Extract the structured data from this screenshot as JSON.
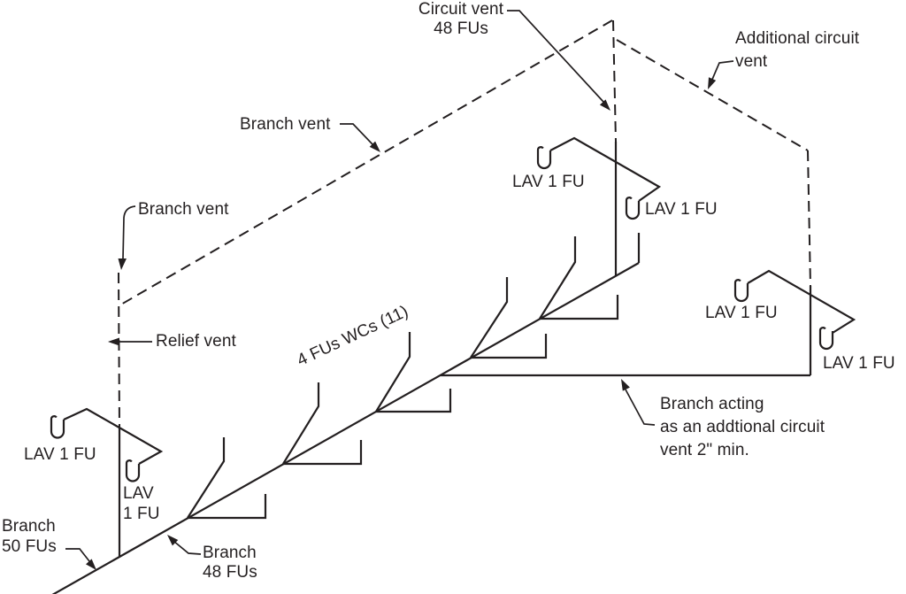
{
  "diagram": {
    "title_hint": "Circuit venting plumbing isometric diagram",
    "colors": {
      "ink": "#231f20",
      "background": "#ffffff"
    },
    "labels": {
      "circuit_vent": "Circuit vent\n48 FUs",
      "additional_circuit_vent": "Additional circuit\nvent",
      "branch_vent_upper": "Branch vent",
      "branch_vent_lower": "Branch vent",
      "relief_vent": "Relief vent",
      "wc_note": "4 FUs WCs (11)",
      "lav_left_upper": "LAV 1 FU",
      "lav_left_lower": "LAV\n1 FU",
      "lav_mid_upper": "LAV 1 FU",
      "lav_mid_lower": "LAV 1 FU",
      "lav_right_upper": "LAV 1 FU",
      "lav_right_lower": "LAV 1 FU",
      "branch_acting": "Branch acting\nas an addtional circuit\nvent 2\" min.",
      "branch_50": "Branch\n50 FUs",
      "branch_48": "Branch\n48 FUs"
    }
  }
}
